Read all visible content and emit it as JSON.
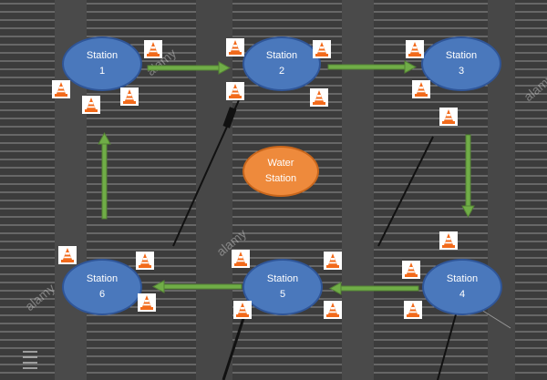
{
  "stations": [
    {
      "id": "s1",
      "line1": "Station",
      "line2": "1"
    },
    {
      "id": "s2",
      "line1": "Station",
      "line2": "2"
    },
    {
      "id": "s3",
      "line1": "Station",
      "line2": "3"
    },
    {
      "id": "s4",
      "line1": "Station",
      "line2": "4"
    },
    {
      "id": "s5",
      "line1": "Station",
      "line2": "5"
    },
    {
      "id": "s6",
      "line1": "Station",
      "line2": "6"
    }
  ],
  "water_station": {
    "line1": "Water",
    "line2": "Station"
  },
  "watermark": "alamy",
  "colors": {
    "station_fill": "#4a78bc",
    "water_fill": "#ee8a3c",
    "arrow": "#70ad47",
    "cone": "#f26a1b"
  },
  "icons": {
    "cone": "traffic-cone-icon"
  }
}
